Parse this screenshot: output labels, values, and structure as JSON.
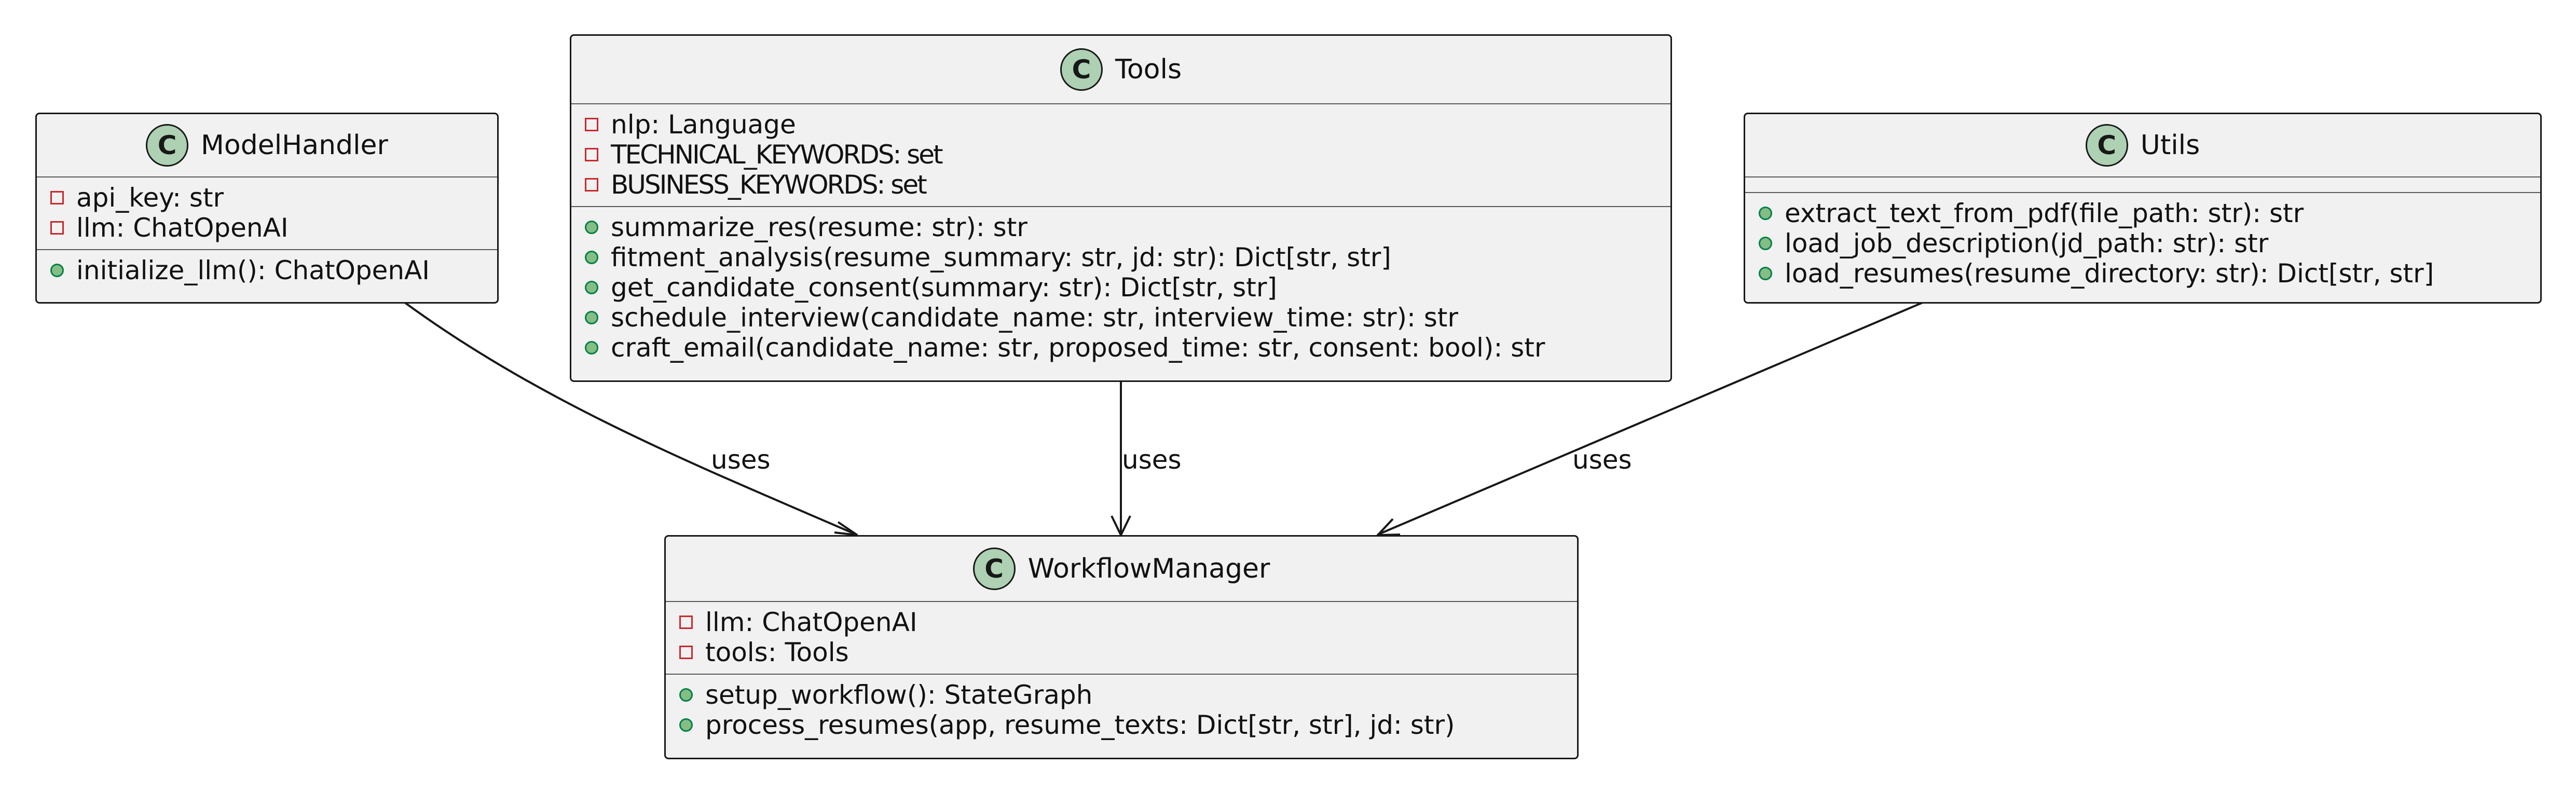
{
  "diagram": {
    "classes": {
      "model_handler": {
        "stereotype": "C",
        "name": "ModelHandler",
        "attributes": [
          "api_key: str",
          "llm: ChatOpenAI"
        ],
        "methods": [
          "initialize_llm(): ChatOpenAI"
        ]
      },
      "tools": {
        "stereotype": "C",
        "name": "Tools",
        "attributes": [
          "nlp: Language",
          "TECHNICAL_KEYWORDS: set",
          "BUSINESS_KEYWORDS: set"
        ],
        "methods": [
          "summarize_res(resume: str): str",
          "fitment_analysis(resume_summary: str, jd: str): Dict[str, str]",
          "get_candidate_consent(summary: str): Dict[str, str]",
          "schedule_interview(candidate_name: str, interview_time: str): str",
          "craft_email(candidate_name: str, proposed_time: str, consent: bool): str"
        ]
      },
      "utils": {
        "stereotype": "C",
        "name": "Utils",
        "attributes": [],
        "methods": [
          "extract_text_from_pdf(file_path: str): str",
          "load_job_description(jd_path: str): str",
          "load_resumes(resume_directory: str): Dict[str, str]"
        ]
      },
      "workflow_manager": {
        "stereotype": "C",
        "name": "WorkflowManager",
        "attributes": [
          "llm: ChatOpenAI",
          "tools: Tools"
        ],
        "methods": [
          "setup_workflow(): StateGraph",
          "process_resumes(app, resume_texts: Dict[str, str], jd: str)"
        ]
      }
    },
    "relations": [
      {
        "from": "ModelHandler",
        "to": "WorkflowManager",
        "label": "uses"
      },
      {
        "from": "Tools",
        "to": "WorkflowManager",
        "label": "uses"
      },
      {
        "from": "Utils",
        "to": "WorkflowManager",
        "label": "uses"
      }
    ],
    "colors": {
      "class_fill": "#f1f1f1",
      "class_border": "#181818",
      "stereotype_circle": "#add1b2",
      "private_marker": "#c82930",
      "public_marker_fill": "#84be84",
      "public_marker_border": "#038048"
    }
  }
}
